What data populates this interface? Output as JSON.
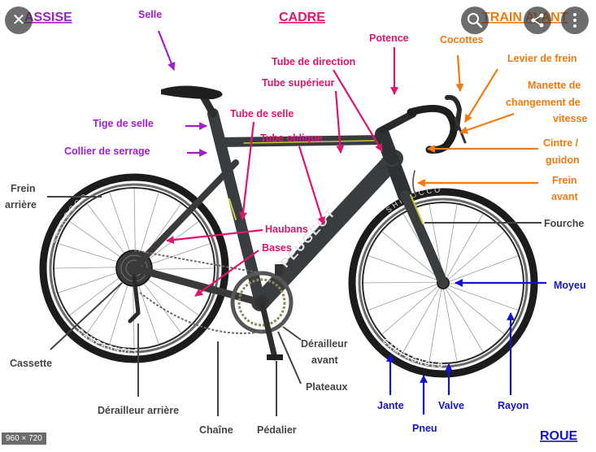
{
  "viewer": {
    "size_badge": "960 × 720",
    "close_icon": "close-icon",
    "search_icon": "image-search-icon",
    "share_icon": "share-icon",
    "more_icon": "more-icon"
  },
  "colors": {
    "assise": "#a020c8",
    "cadre": "#e0156e",
    "train_avant": "#f27a10",
    "roue": "#1515c8",
    "other": "#444444"
  },
  "sections": {
    "assise": "ASSISE",
    "cadre": "CADRE",
    "train_avant": "TRAIN AVANT",
    "roue": "ROUE"
  },
  "labels": {
    "selle": "Selle",
    "tige_de_selle": "Tige de selle",
    "collier_de_serrage": "Collier de serrage",
    "potence": "Potence",
    "tube_de_direction": "Tube de direction",
    "tube_superieur": "Tube supérieur",
    "tube_de_selle": "Tube de selle",
    "tube_oblique": "Tube oblique",
    "haubans": "Haubans",
    "bases": "Bases",
    "cocottes": "Cocottes",
    "levier_de_frein": "Levier de frein",
    "manette_1": "Manette de",
    "manette_2": "changement de",
    "manette_3": "vitesse",
    "cintre_1": "Cintre /",
    "cintre_2": "guidon",
    "frein_avant_1": "Frein",
    "frein_avant_2": "avant",
    "frein_arriere_1": "Frein",
    "frein_arriere_2": "arrière",
    "fourche": "Fourche",
    "moyeu": "Moyeu",
    "cassette": "Cassette",
    "derailleur_arriere": "Dérailleur arrière",
    "chaine": "Chaîne",
    "pedalier": "Pédalier",
    "derailleur_avant_1": "Dérailleur",
    "derailleur_avant_2": "avant",
    "plateaux": "Plateaux",
    "jante": "Jante",
    "pneu": "Pneu",
    "valve": "Valve",
    "rayon": "Rayon"
  },
  "bike": {
    "rear_tire_text": "SHIROCCO",
    "rear_rim_text": "CAMPAGNOLO",
    "front_tire_text": "SHIROCCO",
    "front_rim_text": "CAMPAGNOLO",
    "down_tube_text": "PEUGEOT"
  }
}
